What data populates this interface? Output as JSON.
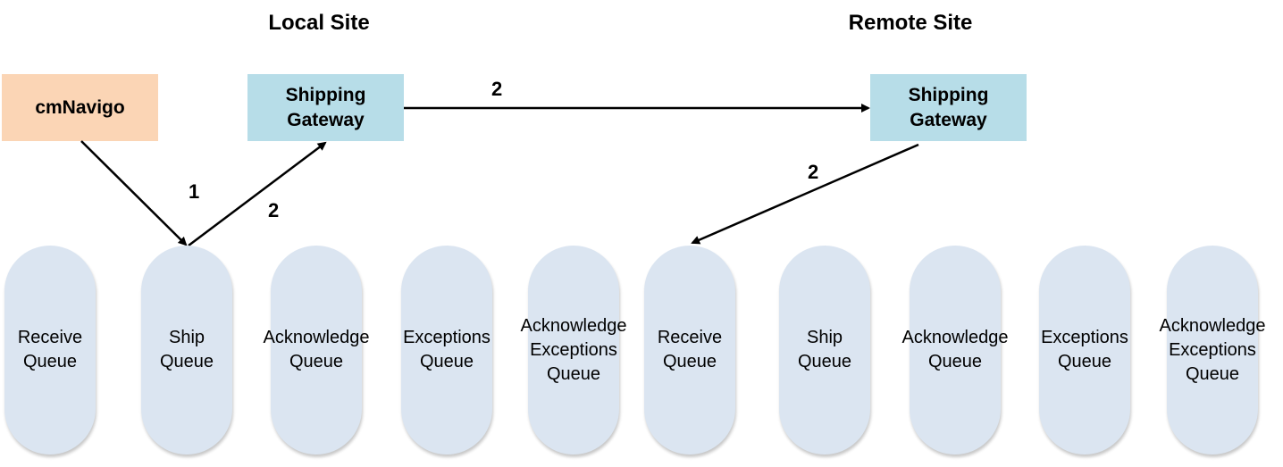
{
  "sites": {
    "local": "Local Site",
    "remote": "Remote Site"
  },
  "nodes": {
    "cmnavigo": "cmNavigo",
    "local_gateway": "Shipping\nGateway",
    "remote_gateway": "Shipping\nGateway"
  },
  "colors": {
    "cmnavigo_fill": "#fbd5b5",
    "gateway_fill": "#b7dde8",
    "queue_fill": "#dbe5f1"
  },
  "steps": {
    "cmnavigo_to_ship": "1",
    "ship_to_gateway": "2",
    "gateway_to_gateway": "2",
    "remote_gateway_to_receive": "2"
  },
  "local_queues": [
    "Receive\nQueue",
    "Ship\nQueue",
    "Acknowledge\nQueue",
    "Exceptions\nQueue",
    "Acknowledge\nExceptions\nQueue"
  ],
  "remote_queues": [
    "Receive\nQueue",
    "Ship\nQueue",
    "Acknowledge\nQueue",
    "Exceptions\nQueue",
    "Acknowledge\nExceptions\nQueue"
  ]
}
